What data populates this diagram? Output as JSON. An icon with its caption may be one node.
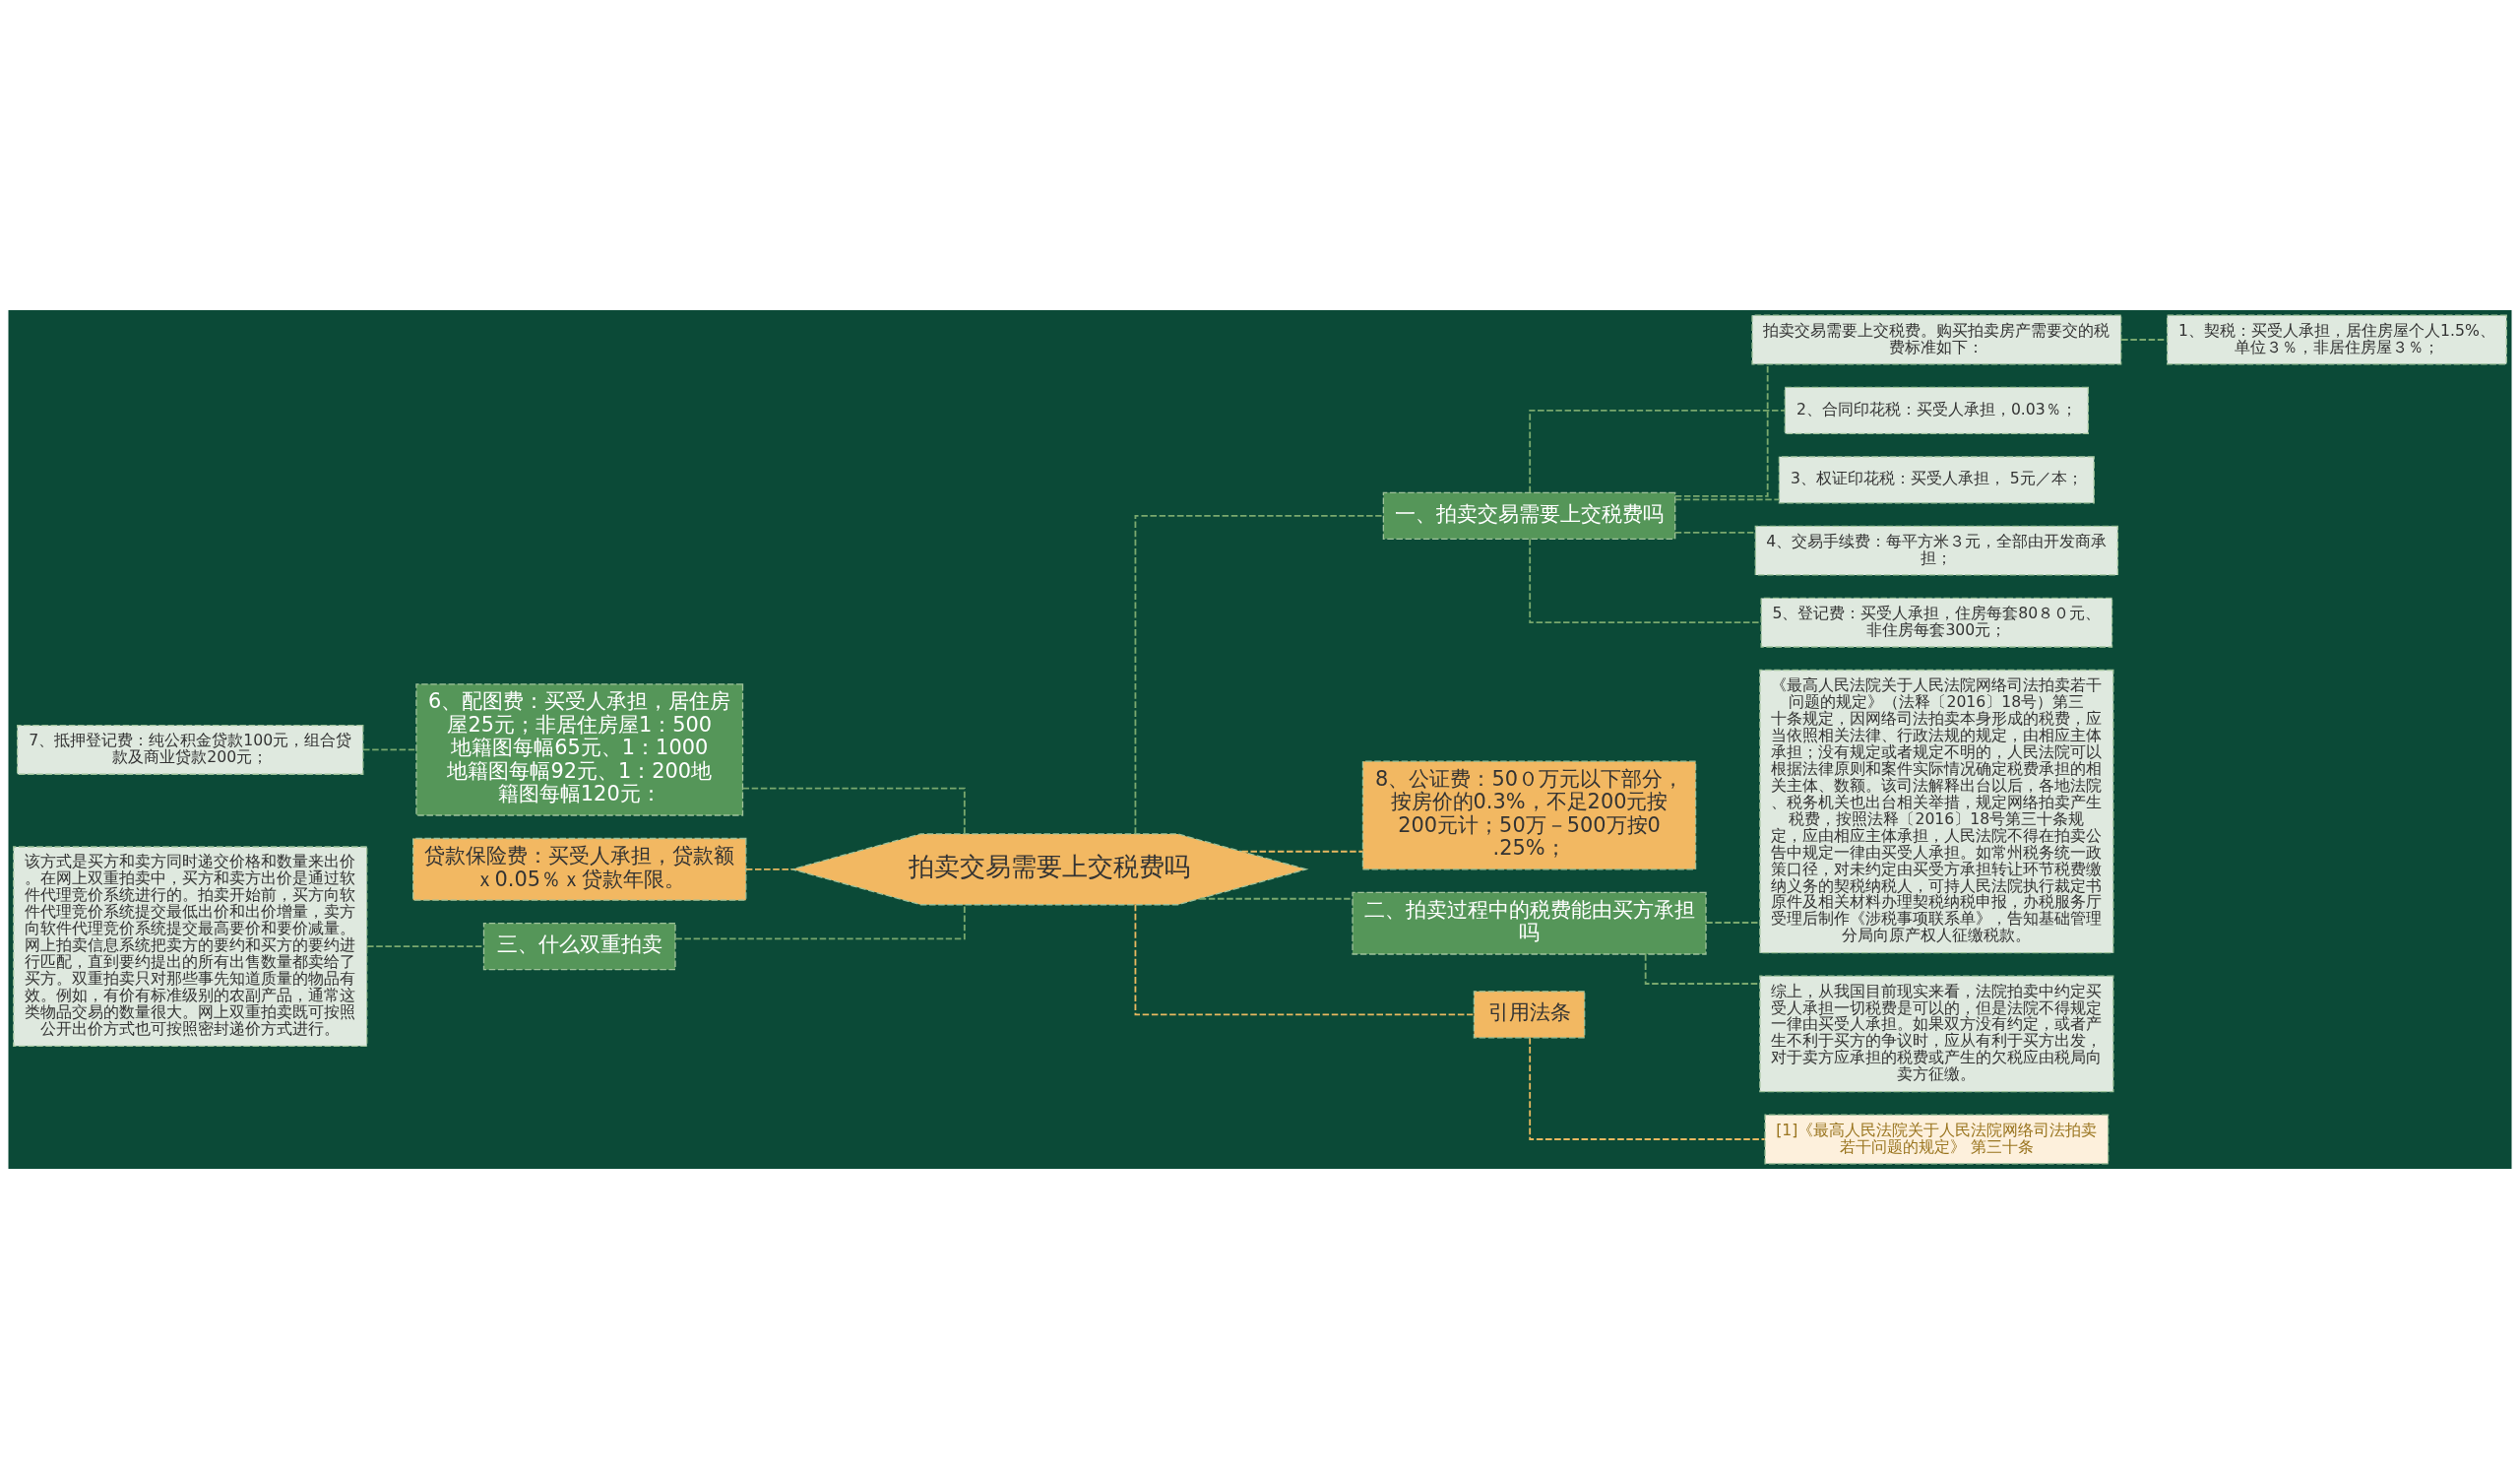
{
  "diagram": {
    "nodes": [
      {
        "text": [
          "拍卖交易需要上交税费吗"
        ]
      },
      {
        "text": [
          "一、拍卖交易需要上交税费吗"
        ]
      },
      {
        "text": [
          "拍卖交易需要上交税费。购买拍卖房产需要交的税费标准如下："
        ]
      },
      {
        "text": [
          "1、契税：买受人承担，居住房屋个人1.5%、单位３％，非居住房屋３％；"
        ]
      },
      {
        "text": [
          "2、合同印花税：买受人承担，0.03％；"
        ]
      },
      {
        "text": [
          "3、权证印花税：买受人承担， 5元／本；"
        ]
      },
      {
        "text": [
          "4、交易手续费：每平方米３元，全部由开发商承担；"
        ]
      },
      {
        "text": [
          "5、登记费：买受人承担，住房每套80８０元、非住房每套300元；"
        ]
      },
      {
        "text": [
          "8、公证费：50０万元以下部分，按房价的0.3%，不足200元按200元计；50万－500万按0.25%；"
        ]
      },
      {
        "text": [
          "二、拍卖过程中的税费能由买方承担吗"
        ]
      },
      {
        "text": [
          "《最高人民法院关于人民法院网络司法拍卖若干问题的规定》（法释〔2016〕18号）第三十条规定，因网络司法拍卖本身形成的税费，应当依照相关法律、行政法规的规定，由相应主体承担；没有规定或者规定不明的，人民法院可以根据法律原则和案件实际情况确定税费承担的相关主体、数额。该司法解释出台以后，各地法院、税务机关也出台相关举措，规定网络拍卖产生税费，按照法释〔2016〕18号第三十条规定，应由相应主体承担，人民法院不得在拍卖公告中规定一律由买受人承担。如常州税务统一政策口径，对未约定由买受方承担转让环节税费缴纳义务的契税纳税人，可持人民法院执行裁定书原件及相关材料办理契税纳税申报，办税服务厅受理后制作《涉税事项联系单》，告知基础管理分局向原产权人征缴税款。"
        ]
      },
      {
        "text": [
          "综上，从我国目前现实来看，法院拍卖中约定买受人承担一切税费是可以的，但是法院不得规定一律由买受人承担。如果双方没有约定，或者产生不利于买方的争议时，应从有利于买方出发，对于卖方应承担的税费或产生的欠税应由税局向卖方征缴。"
        ]
      },
      {
        "text": [
          "引用法条"
        ]
      },
      {
        "text": [
          "[1]《最高人民法院关于人民法院网络司法拍卖若干问题的规定》 第三十条"
        ]
      },
      {
        "text": [
          "6、配图费：买受人承担，居住房屋25元；非居住房屋1：500地籍图每幅65元、1：1000地籍图每幅92元、1：200地籍图每幅120元："
        ]
      },
      {
        "text": [
          "7、抵押登记费：纯公积金贷款100元，组合贷款及商业贷款200元；"
        ]
      },
      {
        "text": [
          "贷款保险费：买受人承担，贷款额ｘ0.05％ｘ贷款年限。"
        ]
      },
      {
        "text": [
          "三、什么双重拍卖"
        ]
      },
      {
        "text": [
          "该方式是买方和卖方同时递交价格和数量来出价。在网上双重拍卖中，买方和卖方出价是通过软件代理竞价系统进行的。拍卖开始前，买方向软件代理竞价系统提交最低出价和出价增量，卖方向软件代理竞价系统提交最高要价和要价减量。网上拍卖信息系统把卖方的要约和买方的要约进行匹配，直到要约提出的所有出售数量都卖给了买方。双重拍卖只对那些事先知道质量的物品有效。例如，有价有标准级别的农副产品，通常这类物品交易的数量很大。网上双重拍卖既可按照公开出价方式也可按照密封递价方式进行。"
        ]
      }
    ],
    "edges": [
      {
        "from": 0,
        "to": 1,
        "arrow": "none",
        "style": "dashed"
      },
      {
        "from": 1,
        "to": 2,
        "arrow": "none",
        "style": "dashed"
      },
      {
        "from": 2,
        "to": 3,
        "arrow": "none",
        "style": "dashed"
      },
      {
        "from": 1,
        "to": 4,
        "arrow": "none",
        "style": "dashed"
      },
      {
        "from": 1,
        "to": 5,
        "arrow": "none",
        "style": "dashed"
      },
      {
        "from": 1,
        "to": 6,
        "arrow": "none",
        "style": "dashed"
      },
      {
        "from": 1,
        "to": 7,
        "arrow": "none",
        "style": "dashed"
      },
      {
        "from": 0,
        "to": 8,
        "arrow": "none",
        "style": "dashed",
        "color": "#e8b860"
      },
      {
        "from": 0,
        "to": 9,
        "arrow": "none",
        "style": "dashed"
      },
      {
        "from": 9,
        "to": 10,
        "arrow": "none",
        "style": "dashed"
      },
      {
        "from": 9,
        "to": 11,
        "arrow": "none",
        "style": "dashed"
      },
      {
        "from": 0,
        "to": 12,
        "arrow": "none",
        "style": "dashed",
        "color": "#e8b860"
      },
      {
        "from": 12,
        "to": 13,
        "arrow": "none",
        "style": "dashed",
        "color": "#e8b860"
      },
      {
        "from": 0,
        "to": 14,
        "arrow": "none",
        "style": "dashed"
      },
      {
        "from": 14,
        "to": 15,
        "arrow": "none",
        "style": "dashed"
      },
      {
        "from": 0,
        "to": 16,
        "arrow": "none",
        "style": "dashed",
        "color": "#e8b860"
      },
      {
        "from": 0,
        "to": 17,
        "arrow": "none",
        "style": "dashed"
      },
      {
        "from": 17,
        "to": 18,
        "arrow": "none",
        "style": "dashed"
      }
    ]
  }
}
